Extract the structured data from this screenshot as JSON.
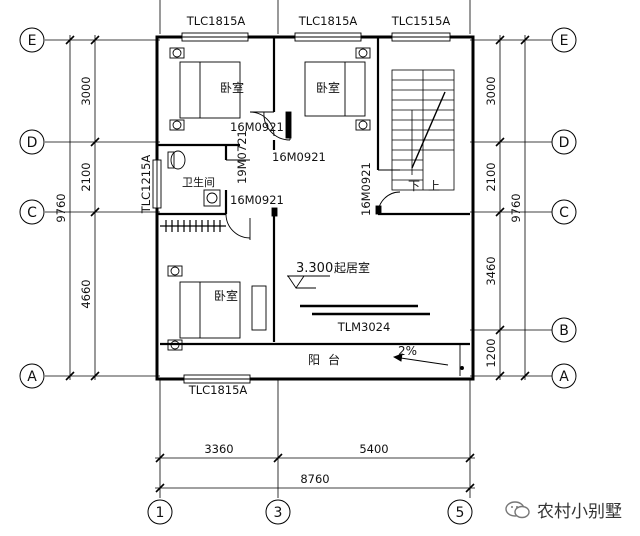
{
  "axes": {
    "rows": [
      "E",
      "D",
      "C",
      "B",
      "A"
    ],
    "cols": [
      "1",
      "3",
      "5"
    ]
  },
  "windows": {
    "top_left": "TLC1815A",
    "top_mid": "TLC1815A",
    "top_right": "TLC1515A",
    "left": "TLC1215A",
    "bottom": "TLC1815A",
    "living_door": "TLM3024"
  },
  "doors": {
    "bedroom1": "16M0921",
    "bedroom2": "16M0921",
    "bathroom": "19M0721",
    "bedroom3": "16M0921",
    "stair": "16M0921"
  },
  "rooms": {
    "bedroom1": "卧室",
    "bedroom2": "卧室",
    "bathroom": "卫生间",
    "bedroom3": "卧室",
    "living": "起居室",
    "balcony": "阳台",
    "stair_down": "下",
    "stair_up": "上"
  },
  "level": "3.300",
  "slope": "2%",
  "dims": {
    "left": [
      "3000",
      "2100",
      "4660"
    ],
    "left_total": "9760",
    "right": [
      "3000",
      "2100",
      "3460",
      "1200"
    ],
    "right_total": "9760",
    "bottom": [
      "3360",
      "5400"
    ],
    "bottom_total": "8760"
  },
  "watermark": "农村小别墅"
}
